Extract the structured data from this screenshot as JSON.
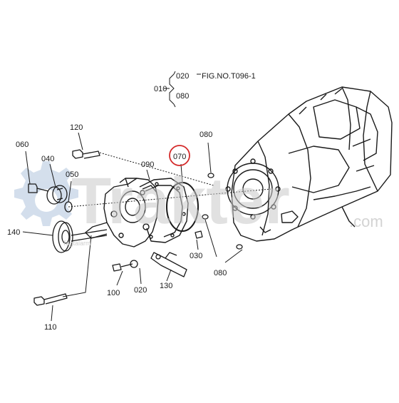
{
  "figure": {
    "ref_main": "010",
    "ref_upper": "020",
    "ref_lower": "080",
    "fig_label": "FIG.NO.T096-1"
  },
  "labels": {
    "p060": "060",
    "p040": "040",
    "p050": "050",
    "p120": "120",
    "p090": "090",
    "p070": "070",
    "p080_top": "080",
    "p140": "140",
    "p030": "030",
    "p080_bottom": "080",
    "p100": "100",
    "p020": "020",
    "p130": "130",
    "p110": "110"
  },
  "highlight": {
    "part": "070",
    "color": "#d42a2a"
  },
  "watermark": {
    "brand": "Trakter",
    "domain": ".com",
    "tagline": "Tagtalarm"
  },
  "colors": {
    "line": "#1a1a1a",
    "watermark_gear": "#c5d4e6",
    "watermark_text": "#c9c9c9"
  }
}
